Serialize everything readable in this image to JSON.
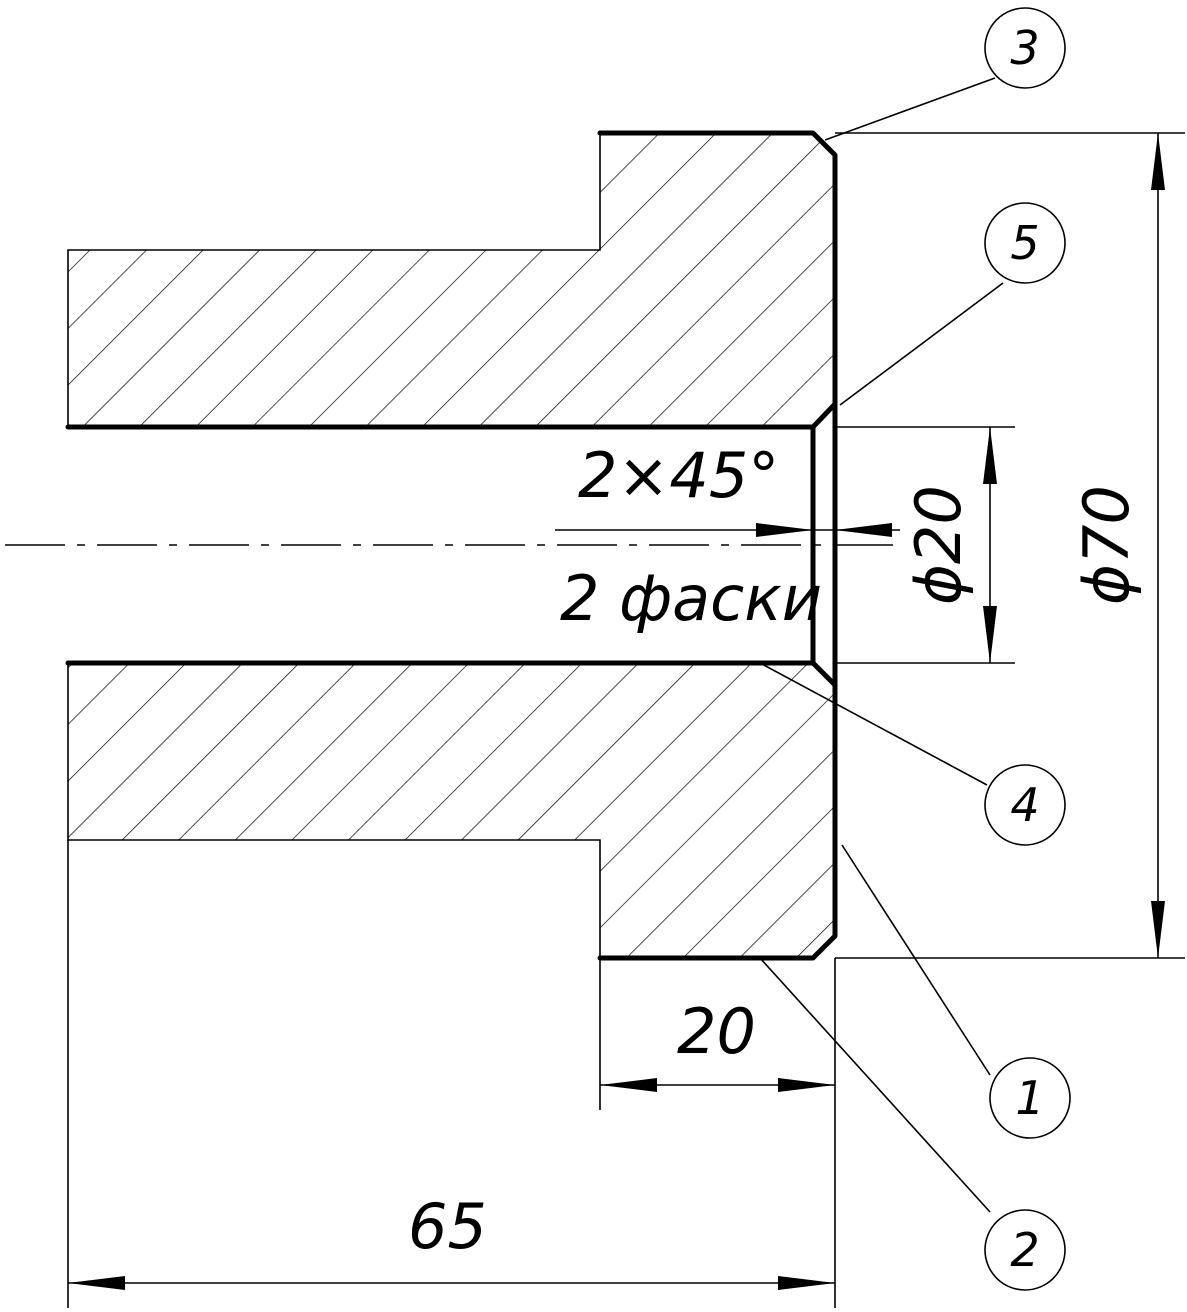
{
  "dimensions": {
    "total_length": "65",
    "shoulder_length": "20",
    "outer_diameter": "ϕ70",
    "bore_diameter": "ϕ20",
    "chamfer_size": "2×45°",
    "chamfer_count": "2 фаски"
  },
  "callouts": [
    "1",
    "2",
    "3",
    "4",
    "5"
  ]
}
